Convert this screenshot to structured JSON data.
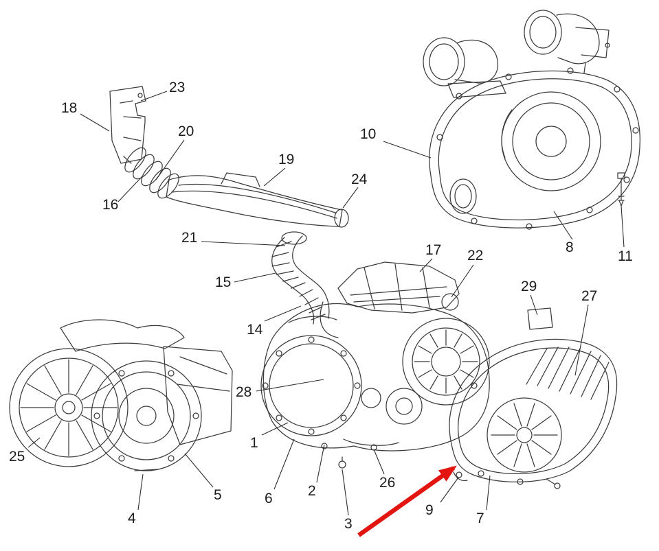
{
  "diagram": {
    "background": "#ffffff",
    "line_color": "#3b3b3b",
    "leader_color": "#2e2e2e",
    "label_color": "#1c1c1c",
    "arrow_color": "#e21510",
    "callouts": [
      {
        "label": "23"
      },
      {
        "label": "18"
      },
      {
        "label": "20"
      },
      {
        "label": "10"
      },
      {
        "label": "19"
      },
      {
        "label": "24"
      },
      {
        "label": "16"
      },
      {
        "label": "21"
      },
      {
        "label": "17"
      },
      {
        "label": "22"
      },
      {
        "label": "8"
      },
      {
        "label": "11"
      },
      {
        "label": "15"
      },
      {
        "label": "29"
      },
      {
        "label": "27"
      },
      {
        "label": "14"
      },
      {
        "label": "28"
      },
      {
        "label": "25"
      },
      {
        "label": "1"
      },
      {
        "label": "6"
      },
      {
        "label": "2"
      },
      {
        "label": "26"
      },
      {
        "label": "5"
      },
      {
        "label": "4"
      },
      {
        "label": "3"
      },
      {
        "label": "9"
      },
      {
        "label": "7"
      }
    ]
  }
}
